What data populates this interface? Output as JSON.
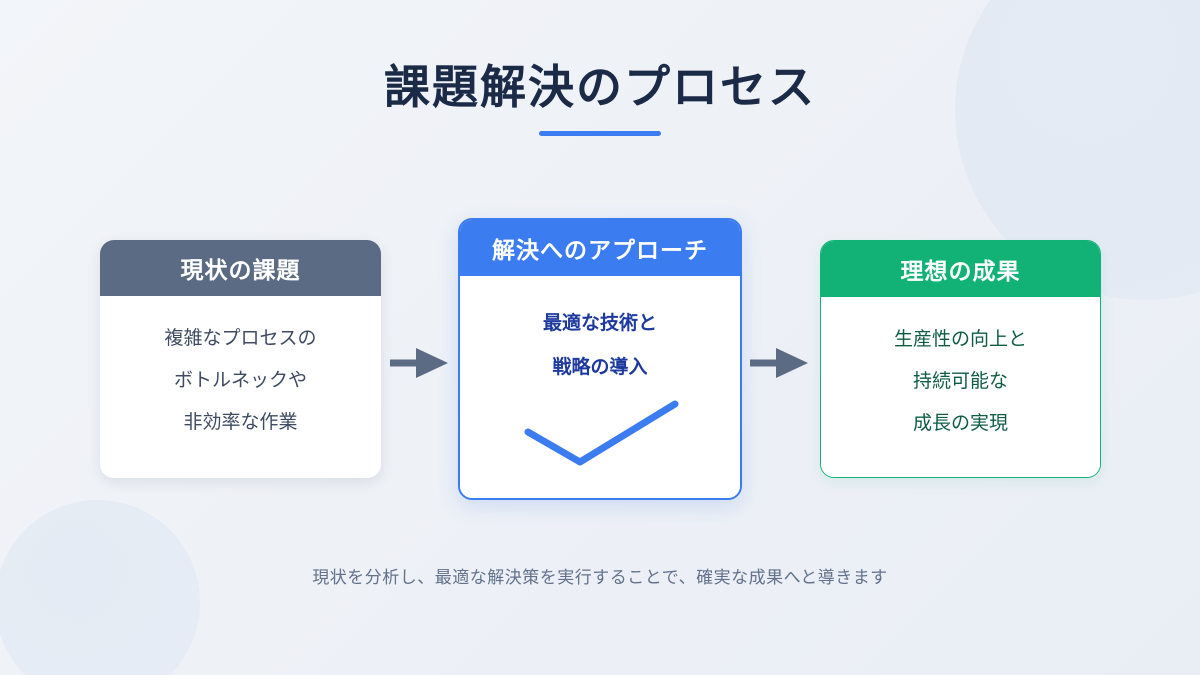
{
  "slide": {
    "title": "課題解決のプロセス",
    "caption": "現状を分析し、最適な解決策を実行することで、確実な成果へと導きます"
  },
  "theme": {
    "accent_blue": "#3b7cf0",
    "title_color": "#1b2a47",
    "slate": "#5c6b84",
    "green": "#12b277",
    "arrow_color": "#5c6b84",
    "background": "#eef1f6"
  },
  "cards": [
    {
      "id": "problem",
      "header": "現状の課題",
      "header_color": "#5c6b84",
      "lines": [
        "複雑なプロセスの",
        "ボトルネックや",
        "非効率な作業"
      ]
    },
    {
      "id": "approach",
      "header": "解決へのアプローチ",
      "header_color": "#3b7cf0",
      "lines": [
        "最適な技術と",
        "戦略の導入"
      ],
      "icon": "check-icon"
    },
    {
      "id": "outcome",
      "header": "理想の成果",
      "header_color": "#12b277",
      "lines": [
        "生産性の向上と",
        "持続可能な",
        "成長の実現"
      ]
    }
  ],
  "arrows": [
    {
      "id": "arrow-problem-to-approach"
    },
    {
      "id": "arrow-approach-to-outcome"
    }
  ]
}
